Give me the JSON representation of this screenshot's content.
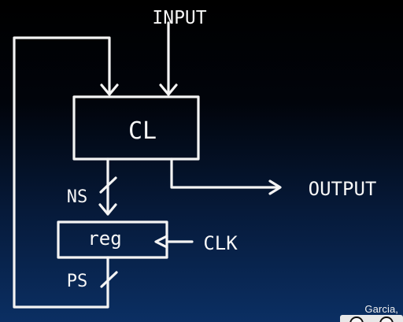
{
  "diagram": {
    "input_label": "INPUT",
    "cl_label": "CL",
    "output_label": "OUTPUT",
    "ns_label": "NS",
    "reg_label": "reg",
    "clk_label": "CLK",
    "ps_label": "PS"
  },
  "footer": {
    "author": "Garcia,"
  },
  "badge": {
    "icon": "creative-commons-icon"
  }
}
